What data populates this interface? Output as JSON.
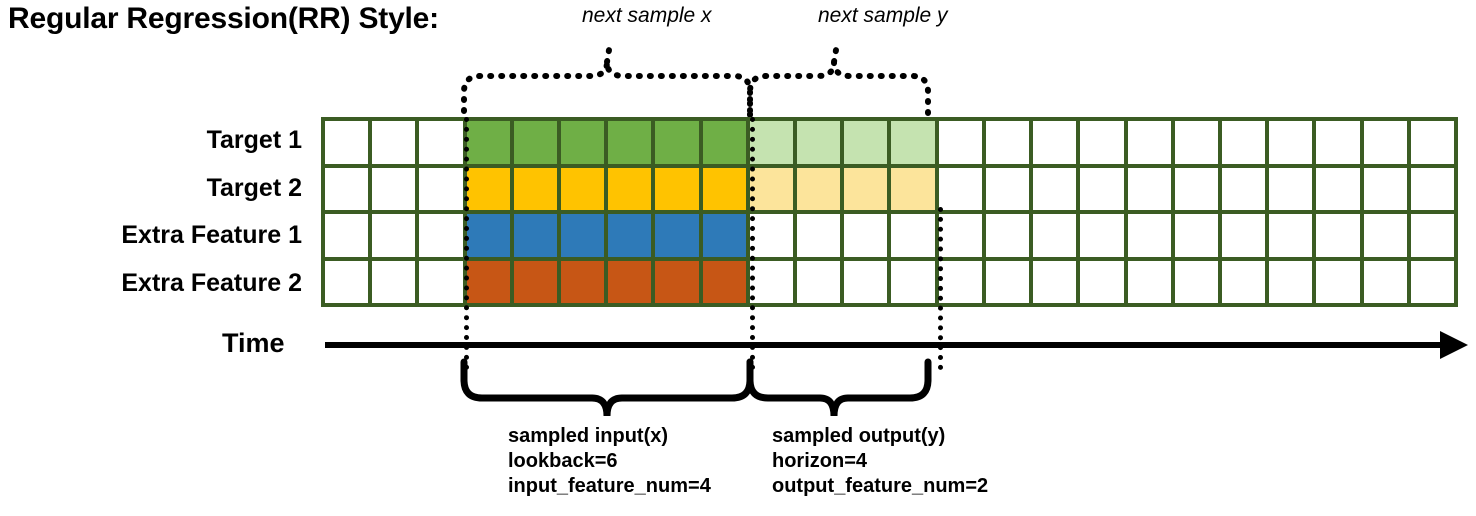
{
  "title": "Regular Regression(RR) Style:",
  "rows": [
    {
      "label": "Target 1",
      "color_name": "green",
      "fill": "#6FAF46",
      "fill_light": "#C5E3B0"
    },
    {
      "label": "Target 2",
      "color_name": "yellow",
      "fill": "#FFC300",
      "fill_light": "#FCE49B"
    },
    {
      "label": "Extra Feature 1",
      "color_name": "blue",
      "fill": "#2E7AB8",
      "fill_light": null
    },
    {
      "label": "Extra Feature 2",
      "color_name": "orange",
      "fill": "#C75615",
      "fill_light": null
    }
  ],
  "grid": {
    "total_columns": 24,
    "leading_blank_columns": 3,
    "input_columns": 6,
    "output_columns": 4,
    "trailing_blank_columns": 11,
    "border_color": "#3b5c23",
    "empty_cell_color": "#ffffff"
  },
  "axis": {
    "label": "Time"
  },
  "top_annotations": {
    "next_sample_x": "next sample x",
    "next_sample_y": "next sample y"
  },
  "bottom_annotations": {
    "input": {
      "title": "sampled input(x)",
      "line2": "lookback=6",
      "line3": "input_feature_num=4"
    },
    "output": {
      "title": "sampled output(y)",
      "line2": "horizon=4",
      "line3": "output_feature_num=2"
    }
  }
}
